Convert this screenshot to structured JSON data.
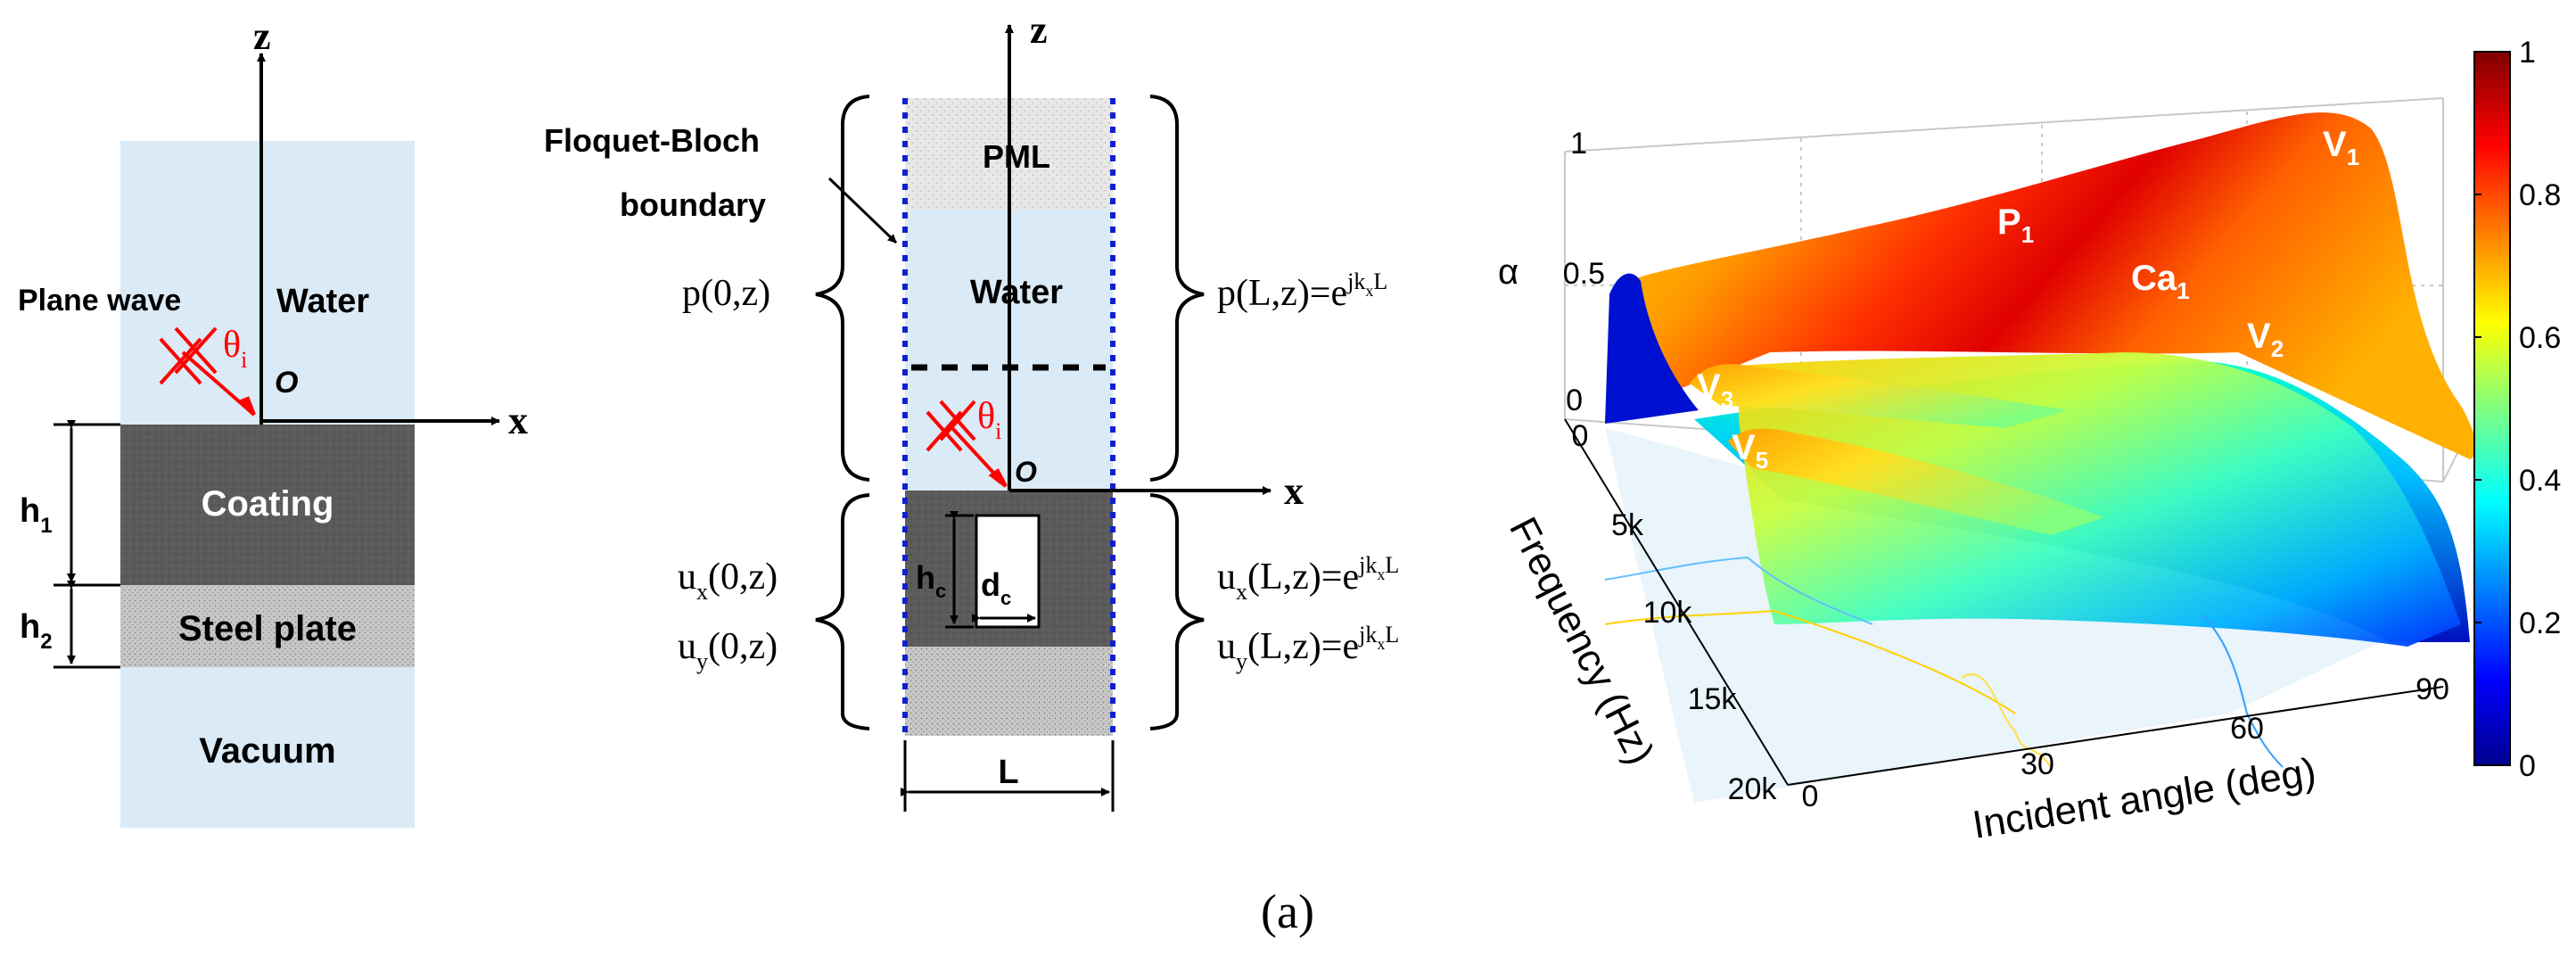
{
  "panel1": {
    "axis_z": "z",
    "axis_x": "x",
    "origin": "O",
    "plane_wave": "Plane wave",
    "theta": "θ",
    "theta_sub": "i",
    "water": "Water",
    "coating": "Coating",
    "steel": "Steel plate",
    "vacuum": "Vacuum",
    "h1": "h",
    "h1_sub": "1",
    "h2": "h",
    "h2_sub": "2"
  },
  "panel2": {
    "axis_z": "z",
    "axis_x": "x",
    "origin": "O",
    "floquet_line1": "Floquet-Bloch",
    "floquet_line2": "boundary",
    "pml": "PML",
    "water": "Water",
    "theta": "θ",
    "theta_sub": "i",
    "hc": "h",
    "hc_sub": "c",
    "dc": "d",
    "dc_sub": "c",
    "L": "L",
    "p_left": "p(0,z)",
    "p_right_base": "p(L,z)=e",
    "p_right_sup": "jk",
    "p_right_supsub": "x",
    "p_right_supend": "L",
    "ux_left_a": "u",
    "ux_left_sub": "x",
    "ux_left_b": "(0,z)",
    "uy_left_a": "u",
    "uy_left_sub": "y",
    "uy_left_b": "(0,z)",
    "ux_right_a": "u",
    "ux_right_sub": "x",
    "ux_right_b": "(L,z)=e",
    "uy_right_a": "u",
    "uy_right_sub": "y",
    "uy_right_b": "(L,z)=e"
  },
  "panel3": {
    "zlabel": "α",
    "z_ticks": [
      "0",
      "0.5",
      "1"
    ],
    "xlabel": "Incident angle (deg)",
    "x_ticks": [
      "0",
      "30",
      "60",
      "90"
    ],
    "ylabel": "Frequency (Hz)",
    "y_ticks": [
      "0",
      "5k",
      "10k",
      "15k",
      "20k"
    ],
    "peaks": [
      {
        "main": "V",
        "sub": "1"
      },
      {
        "main": "P",
        "sub": "1"
      },
      {
        "main": "Ca",
        "sub": "1"
      },
      {
        "main": "V",
        "sub": "2"
      },
      {
        "main": "V",
        "sub": "3"
      },
      {
        "main": "V",
        "sub": "5"
      }
    ],
    "colorbar_ticks": [
      "1",
      "0.8",
      "0.6",
      "0.4",
      "0.2",
      "0"
    ],
    "colormap": [
      "#00008f",
      "#0000ff",
      "#0080ff",
      "#00ffff",
      "#80ff80",
      "#ffff00",
      "#ff8000",
      "#ff0000",
      "#800000"
    ]
  },
  "caption": "(a)"
}
